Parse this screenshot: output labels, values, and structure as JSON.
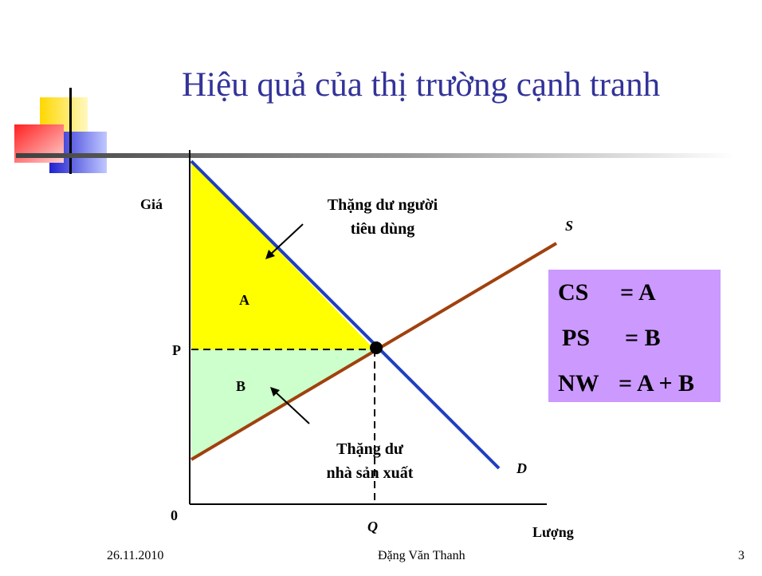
{
  "title": "Hiệu quả của thị trường cạnh tranh",
  "diagram": {
    "y_axis_label": "Giá",
    "x_axis_label": "Lượng",
    "origin_label": "0",
    "price_label": "P",
    "quantity_label": "Q",
    "supply_label": "S",
    "demand_label": "D",
    "area_a_label": "A",
    "area_b_label": "B",
    "cs_annotation_line1": "Thặng dư người",
    "cs_annotation_line2": "tiêu dùng",
    "ps_annotation_line1": "Thặng dư",
    "ps_annotation_line2": "nhà sản xuất"
  },
  "summary": {
    "cs": "CS",
    "cs_value": "= A",
    "ps": "PS",
    "ps_value": "= B",
    "nw": "NW",
    "nw_value": "= A + B"
  },
  "footer": {
    "date": "26.11.2010",
    "author": "Đặng Văn Thanh",
    "page": "3"
  },
  "colors": {
    "title": "#333399",
    "demand": "#1f3fbf",
    "supply": "#a0410d",
    "consumer_surplus": "#ffff00",
    "producer_surplus": "#ccffcc",
    "summary_box": "#cc99ff"
  }
}
